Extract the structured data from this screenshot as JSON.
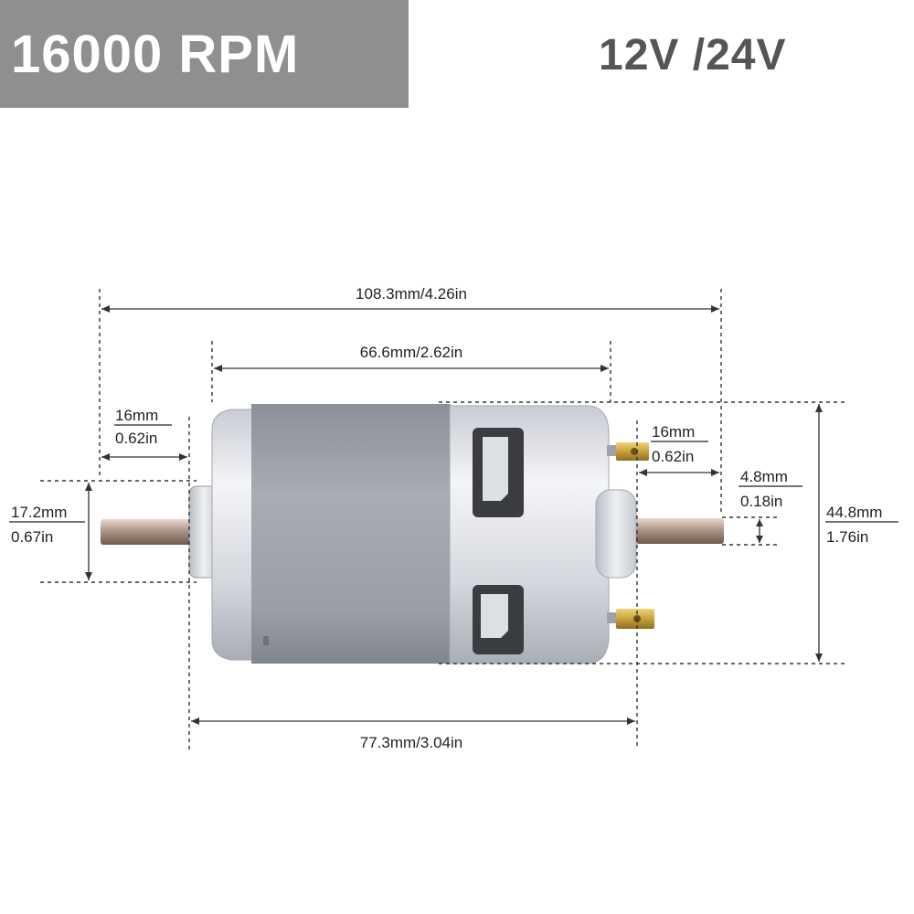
{
  "header": {
    "rpm": "16000 RPM",
    "voltage": "12V /24V"
  },
  "dimensions": {
    "overall_length": "108.3mm/4.26in",
    "can_length": "66.6mm/2.62in",
    "body_length": "77.3mm/3.04in",
    "front_shaft_mm": "16mm",
    "front_shaft_in": "0.62in",
    "rear_shaft_mm": "16mm",
    "rear_shaft_in": "0.62in",
    "boss_diameter_mm": "17.2mm",
    "boss_diameter_in": "0.67in",
    "shaft_diameter_mm": "4.8mm",
    "shaft_diameter_in": "0.18in",
    "body_diameter_mm": "44.8mm",
    "body_diameter_in": "1.76in"
  },
  "colors": {
    "banner": "#8f8f8f",
    "voltage_text": "#555555",
    "motor_band": "#9a9ea6",
    "motor_metal": "#d9dce2",
    "terminal": "#c9a23a"
  }
}
